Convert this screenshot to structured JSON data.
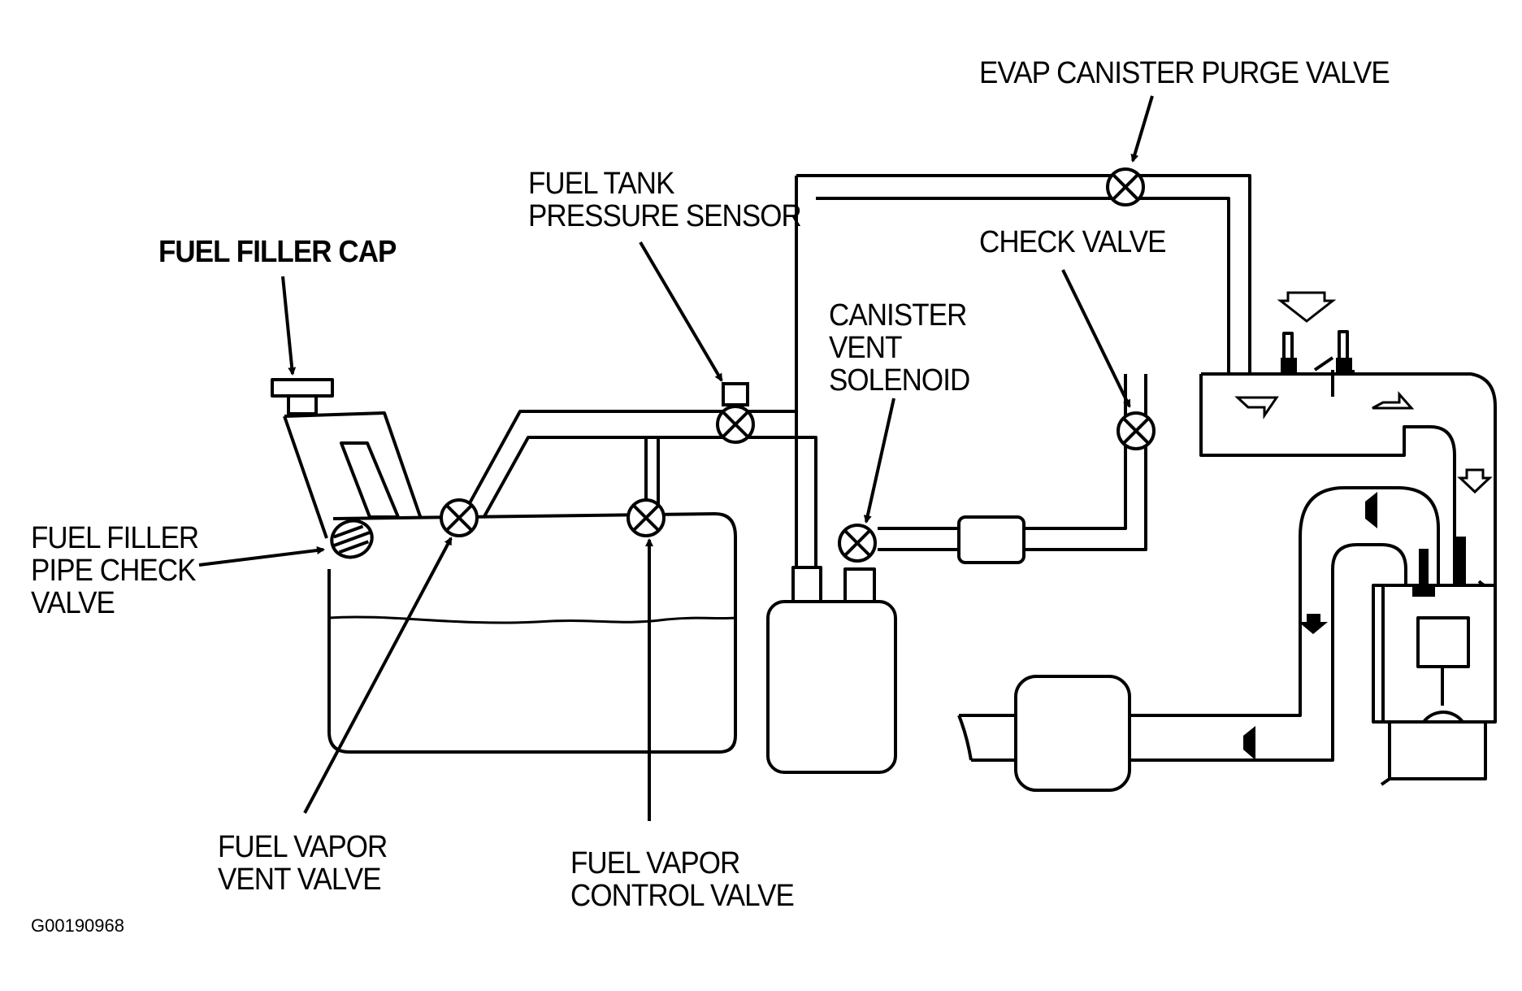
{
  "labels": {
    "evap_purge_valve": "EVAP CANISTER PURGE VALVE",
    "fuel_tank_pressure_sensor": "FUEL TANK\nPRESSURE SENSOR",
    "check_valve": "CHECK VALVE",
    "fuel_filler_cap": "FUEL FILLER CAP",
    "canister_vent_solenoid": "CANISTER\nVENT\nSOLENOID",
    "fuel_filler_pipe_check_valve": "FUEL FILLER\nPIPE CHECK\nVALVE",
    "fuel_vapor_vent_valve": "FUEL VAPOR\nVENT VALVE",
    "fuel_vapor_control_valve": "FUEL VAPOR\nCONTROL VALVE"
  },
  "figure_code": "G00190968"
}
